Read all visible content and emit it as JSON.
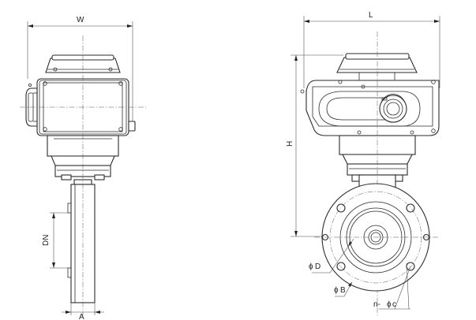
{
  "dimensions": {
    "width": "W",
    "length": "L",
    "height": "H",
    "nominal_diameter": "DN",
    "stem": "A",
    "flange_diameter": "D",
    "bolt_circle": "B",
    "bolt_holes": "n-",
    "bolt_hole_diameter": "c"
  },
  "symbols": {
    "diameter": "ϕ"
  }
}
